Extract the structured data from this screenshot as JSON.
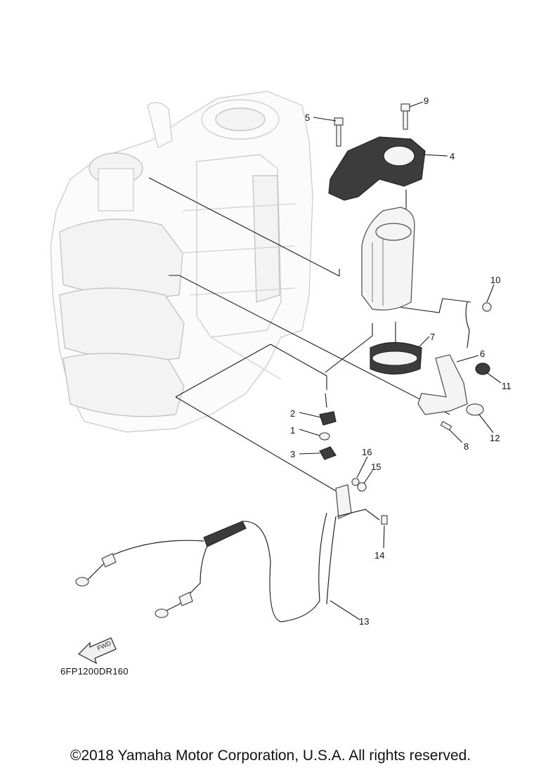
{
  "diagram_code": "6FP1200DR160",
  "fwd_label": "FWD",
  "copyright": "©2018 Yamaha Motor Corporation, U.S.A. All rights reserved.",
  "callouts": [
    {
      "id": "c1",
      "label": "1"
    },
    {
      "id": "c2",
      "label": "2"
    },
    {
      "id": "c3",
      "label": "3"
    },
    {
      "id": "c4",
      "label": "4"
    },
    {
      "id": "c5",
      "label": "5"
    },
    {
      "id": "c6",
      "label": "6"
    },
    {
      "id": "c7",
      "label": "7"
    },
    {
      "id": "c8",
      "label": "8"
    },
    {
      "id": "c9",
      "label": "9"
    },
    {
      "id": "c10",
      "label": "10"
    },
    {
      "id": "c11",
      "label": "11"
    },
    {
      "id": "c12",
      "label": "12"
    },
    {
      "id": "c13",
      "label": "13"
    },
    {
      "id": "c14",
      "label": "14"
    },
    {
      "id": "c15",
      "label": "15"
    },
    {
      "id": "c16",
      "label": "16"
    }
  ]
}
